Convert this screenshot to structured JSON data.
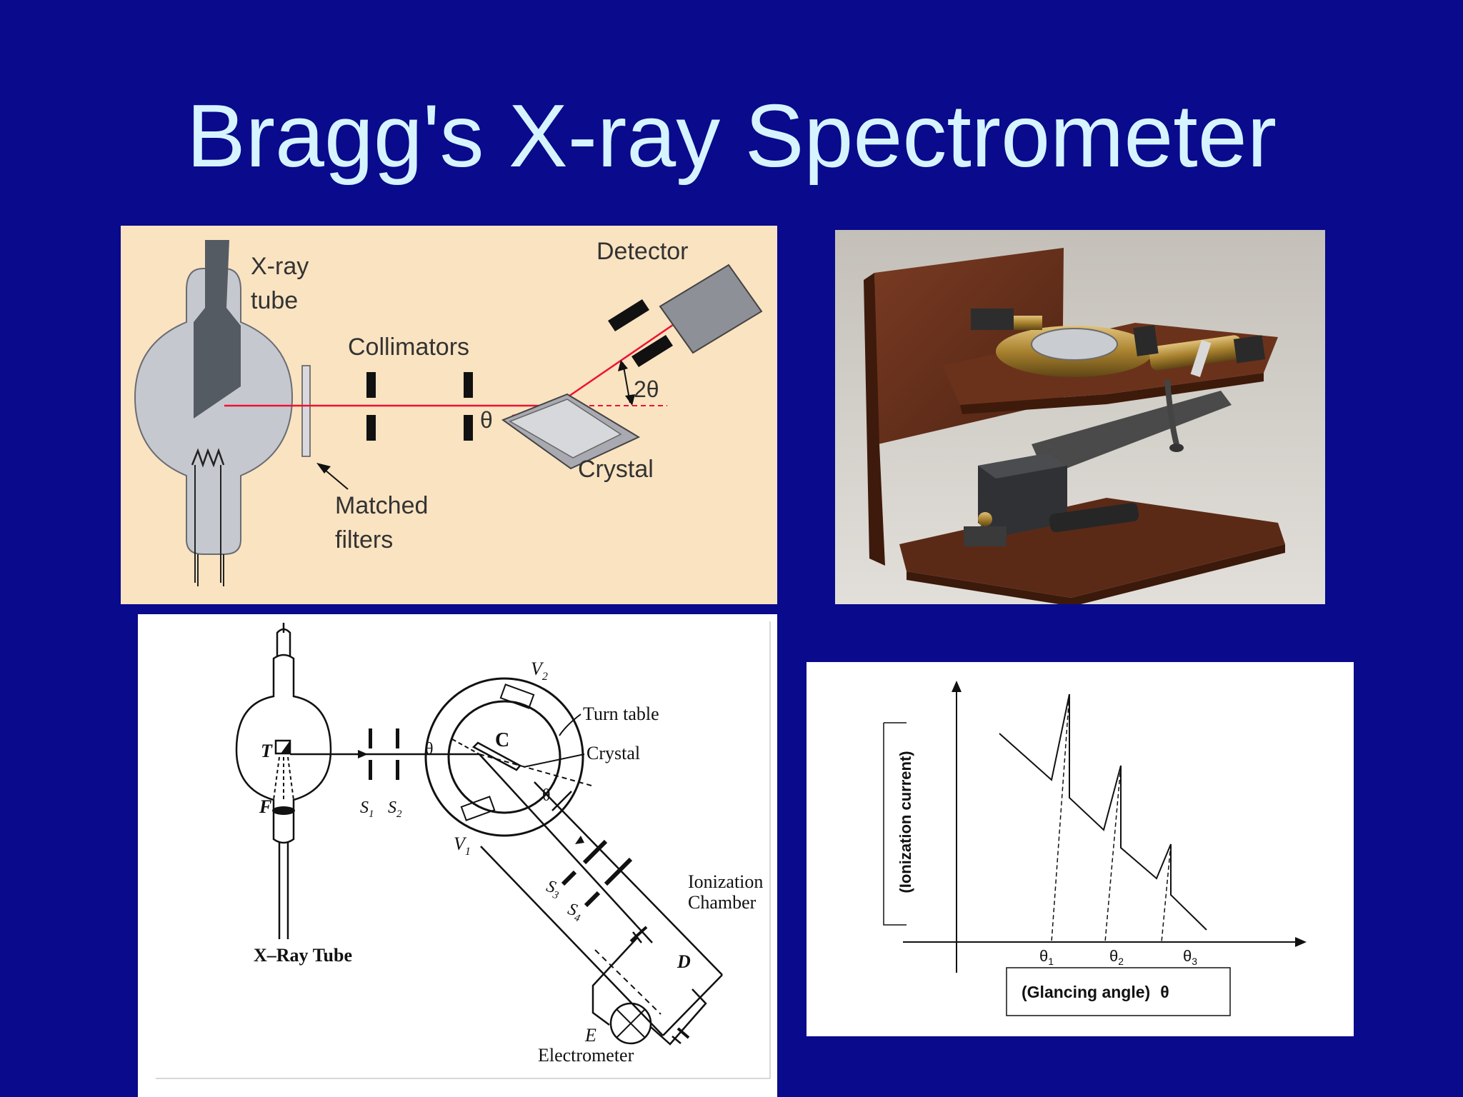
{
  "slide": {
    "title": "Bragg's X-ray Spectrometer"
  },
  "diagram1": {
    "tube_label_1": "X-ray",
    "tube_label_2": "tube",
    "collimators": "Collimators",
    "detector": "Detector",
    "crystal": "Crystal",
    "filters_1": "Matched",
    "filters_2": "filters",
    "theta": "θ",
    "two_theta": "2θ"
  },
  "diagram2": {
    "v2": "V",
    "v2_sub": "2",
    "v1": "V",
    "v1_sub": "1",
    "turn_table": "Turn table",
    "crystal": "Crystal",
    "c": "C",
    "t": "T",
    "f": "F",
    "s1": "S",
    "s1_sub": "1",
    "s2": "S",
    "s2_sub": "2",
    "s3": "S",
    "s3_sub": "3",
    "s4": "S",
    "s4_sub": "4",
    "theta_a": "θ",
    "theta_b": "θ",
    "ionization_1": "Ionization",
    "ionization_2": "Chamber",
    "d": "D",
    "e": "E",
    "electrometer": "Electrometer",
    "xray_tube": "X–Ray Tube"
  },
  "graph": {
    "ylabel": "(Ionization   current)",
    "xlabel": "(Glancing angle)",
    "xlabel_symbol": "θ",
    "tick1": "θ",
    "tick1_sub": "1",
    "tick2": "θ",
    "tick2_sub": "2",
    "tick3": "θ",
    "tick3_sub": "3"
  },
  "colors": {
    "background": "#0a0a8c",
    "title": "#d6f4ff",
    "panel1_bg": "#fae3c1",
    "beam": "#ee1133"
  }
}
